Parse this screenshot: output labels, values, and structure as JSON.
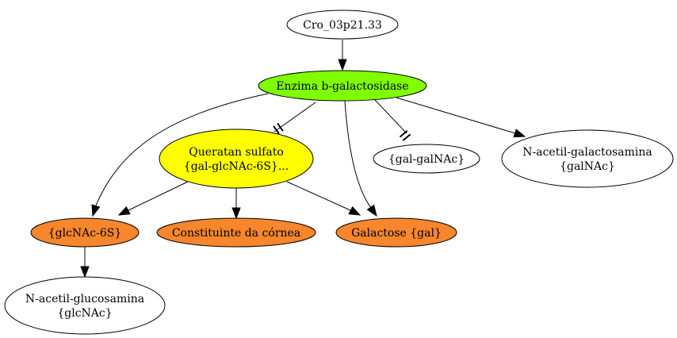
{
  "nodes": {
    "cro": {
      "lines": [
        "Cro_03p21.33"
      ],
      "fill": "#ffffff"
    },
    "enzima": {
      "lines": [
        "Enzima b-galactosidase"
      ],
      "fill": "#7fff00"
    },
    "queratan": {
      "lines": [
        "Queratan sulfato",
        "{gal-glcNAc-6S}..."
      ],
      "fill": "#ffff00"
    },
    "galgalnac": {
      "lines": [
        "{gal-galNAc}"
      ],
      "fill": "#ffffff"
    },
    "nacgalactosamina": {
      "lines": [
        "N-acetil-galactosamina",
        "{galNAc}"
      ],
      "fill": "#ffffff"
    },
    "glcnac6s": {
      "lines": [
        "{glcNAc-6S}"
      ],
      "fill": "#f7862c"
    },
    "constituinte": {
      "lines": [
        "Constituinte da córnea"
      ],
      "fill": "#f7862c"
    },
    "galactose": {
      "lines": [
        "Galactose {gal}"
      ],
      "fill": "#f7862c"
    },
    "nacglucosamina": {
      "lines": [
        "N-acetil-glucosamina",
        "{glcNAc}"
      ],
      "fill": "#ffffff"
    }
  },
  "edges": [
    {
      "from": "cro",
      "to": "enzima",
      "style": "arrow"
    },
    {
      "from": "enzima",
      "to": "queratan",
      "style": "tee"
    },
    {
      "from": "enzima",
      "to": "galgalnac",
      "style": "tee"
    },
    {
      "from": "enzima",
      "to": "nacgalactosamina",
      "style": "arrow"
    },
    {
      "from": "enzima",
      "to": "glcnac6s",
      "style": "arrow"
    },
    {
      "from": "enzima",
      "to": "galactose",
      "style": "arrow"
    },
    {
      "from": "queratan",
      "to": "glcnac6s",
      "style": "arrow"
    },
    {
      "from": "queratan",
      "to": "constituinte",
      "style": "arrow"
    },
    {
      "from": "queratan",
      "to": "galactose",
      "style": "arrow"
    },
    {
      "from": "glcnac6s",
      "to": "nacglucosamina",
      "style": "arrow"
    }
  ]
}
